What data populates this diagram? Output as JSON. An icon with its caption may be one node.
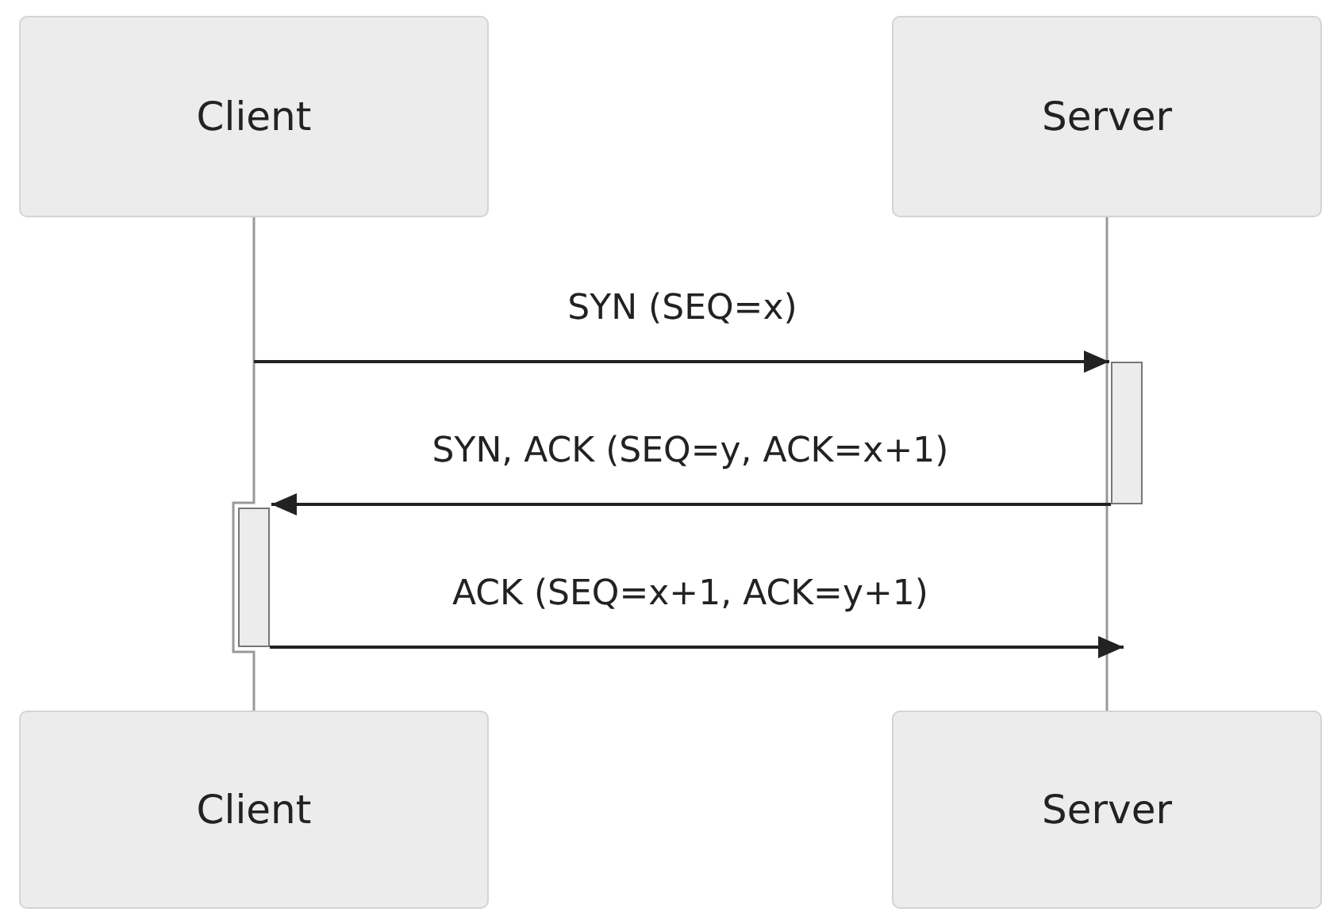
{
  "diagram": {
    "nodes": [
      {
        "text": [
          "Client"
        ]
      },
      {
        "text": [
          "Server"
        ]
      },
      {
        "text": [
          "Client"
        ]
      },
      {
        "text": [
          "Server"
        ]
      },
      {
        "text": [],
        "shape": "bar"
      },
      {
        "text": [],
        "shape": "bar"
      }
    ],
    "edges": [
      {
        "from": 0,
        "to": 2,
        "arrow": "none",
        "color": "#999999"
      },
      {
        "from": 1,
        "to": 3,
        "arrow": "none",
        "color": "#999999"
      },
      {
        "from": null,
        "to": 4,
        "arrow": "to",
        "label": "SYN (SEQ=x)"
      },
      {
        "from": 4,
        "to": 5,
        "arrow": "to",
        "label": "SYN, ACK (SEQ=y, ACK=x+1)"
      },
      {
        "from": 5,
        "to": null,
        "arrow": "to",
        "label": "ACK (SEQ=x+1, ACK=y+1)"
      }
    ]
  }
}
